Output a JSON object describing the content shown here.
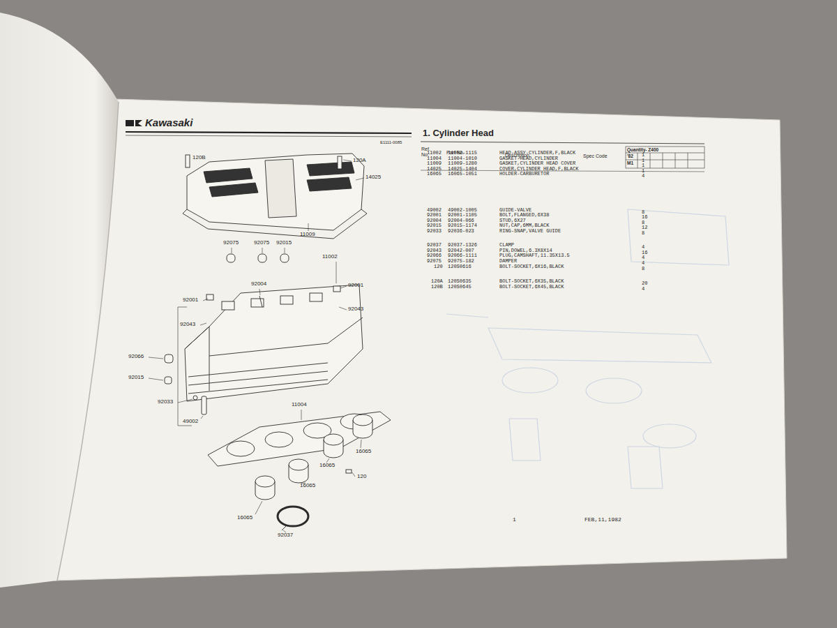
{
  "diagram": {
    "title": "1. Cylinder Head",
    "labels": [
      "Kawasaki",
      "E1111-0085",
      "Ref. No.",
      "Part No.",
      "Description",
      "Spec Code",
      "Quantity- Z400",
      "'82",
      "M1",
      "11002",
      "11002-1115",
      "HEAD-ASSY-CYLINDER,F,BLACK",
      "1",
      "11004",
      "11004-1010",
      "GASKET-HEAD,CYLINDER",
      "1",
      "11009",
      "11009-1280",
      "GASKET,CYLINDER HEAD COVER",
      "1",
      "14025",
      "14025-1404",
      "COVER,CYLINDER HEAD,F,BLACK",
      "1",
      "16065",
      "16065-1051",
      "HOLDER-CARBURETOR",
      "4",
      "49002",
      "49002-1005",
      "GUIDE-VALVE",
      "8",
      "92001",
      "92001-1105",
      "BOLT,FLANGED,6X38",
      "16",
      "92004",
      "92004-066",
      "STUD,6X27",
      "8",
      "92015",
      "92015-1174",
      "NUT,CAP,6MM,BLACK",
      "12",
      "92033",
      "92036-023",
      "RING-SNAP,VALVE GUIDE",
      "8",
      "92037",
      "92037-1326",
      "CLAMP",
      "4",
      "92043",
      "92042-007",
      "PIN,DOWEL,6.3X8X14",
      "16",
      "92066",
      "92066-1111",
      "PLUG,CAMSHAFT,11.35X13.5",
      "4",
      "92075",
      "92075-182",
      "DAMPER",
      "4",
      "120",
      "120S0616",
      "BOLT-SOCKET,6X16,BLACK",
      "8",
      "120A",
      "120S0635",
      "BOLT-SOCKET,6X35,BLACK",
      "20",
      "120B",
      "120S0645",
      "BOLT-SOCKET,6X45,BLACK",
      "4",
      "120B",
      "120A",
      "14025",
      "11009",
      "92075",
      "92075",
      "92015",
      "11002",
      "92001",
      "92004",
      "92001",
      "92043",
      "92043",
      "92066",
      "92015",
      "92033",
      "49002",
      "11004",
      "16065",
      "16065",
      "16065",
      "120",
      "16065",
      "92037",
      "1",
      "FEB,11,1982"
    ]
  }
}
